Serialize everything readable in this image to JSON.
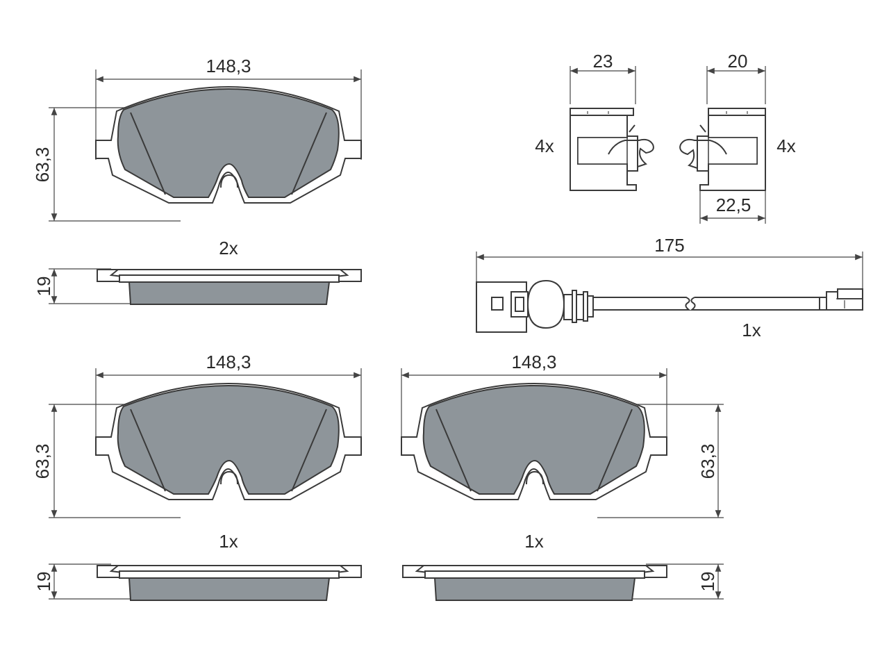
{
  "dimensions": {
    "pad_width": "148,3",
    "pad_height": "63,3",
    "pad_thickness": "19",
    "clip_a_width": "23",
    "clip_b_width": "20",
    "clip_b_depth": "22,5",
    "sensor_length": "175"
  },
  "quantities": {
    "top_pad": "2x",
    "clip_a": "4x",
    "clip_b": "4x",
    "sensor": "1x",
    "bottom_left_pad": "1x",
    "bottom_right_pad": "1x"
  },
  "colors": {
    "pad_fill": "#8e959a",
    "line": "#3a3a3a"
  }
}
